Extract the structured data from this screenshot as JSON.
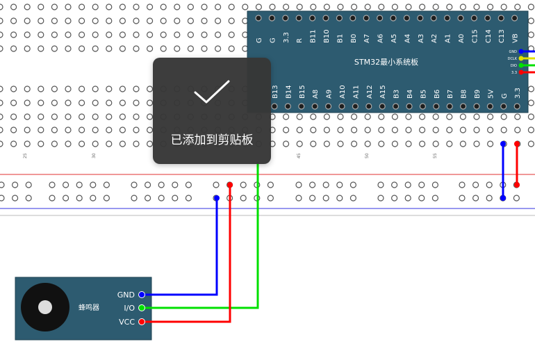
{
  "board": {
    "title": "STM32最小系统板",
    "top_pins": [
      "G",
      "G",
      "3.3",
      "R",
      "B11",
      "B10",
      "B1",
      "B0",
      "A7",
      "A6",
      "A5",
      "A4",
      "A3",
      "A2",
      "A1",
      "A0",
      "C15",
      "C14",
      "C13",
      "VB"
    ],
    "bottom_pins": [
      "B13",
      "B14",
      "B15",
      "A8",
      "A9",
      "A10",
      "A11",
      "A12",
      "A15",
      "B3",
      "B4",
      "B5",
      "B6",
      "B7",
      "B8",
      "B9",
      "5V",
      "G",
      "3.3"
    ],
    "debug_pins": [
      "GND",
      "DCLK",
      "DIO",
      "3.3"
    ],
    "color": "#2d5b70"
  },
  "breadboard": {
    "column_numbers": [
      "25",
      "30",
      "45",
      "50",
      "55"
    ]
  },
  "buzzer": {
    "name": "蜂鸣器",
    "pins": [
      "GND",
      "I/O",
      "VCC"
    ]
  },
  "wires": {
    "gnd_color": "#0000ff",
    "io_color": "#00e000",
    "vcc_color": "#ff0000"
  },
  "toast": {
    "message": "已添加到剪贴板",
    "icon": "check-icon"
  }
}
